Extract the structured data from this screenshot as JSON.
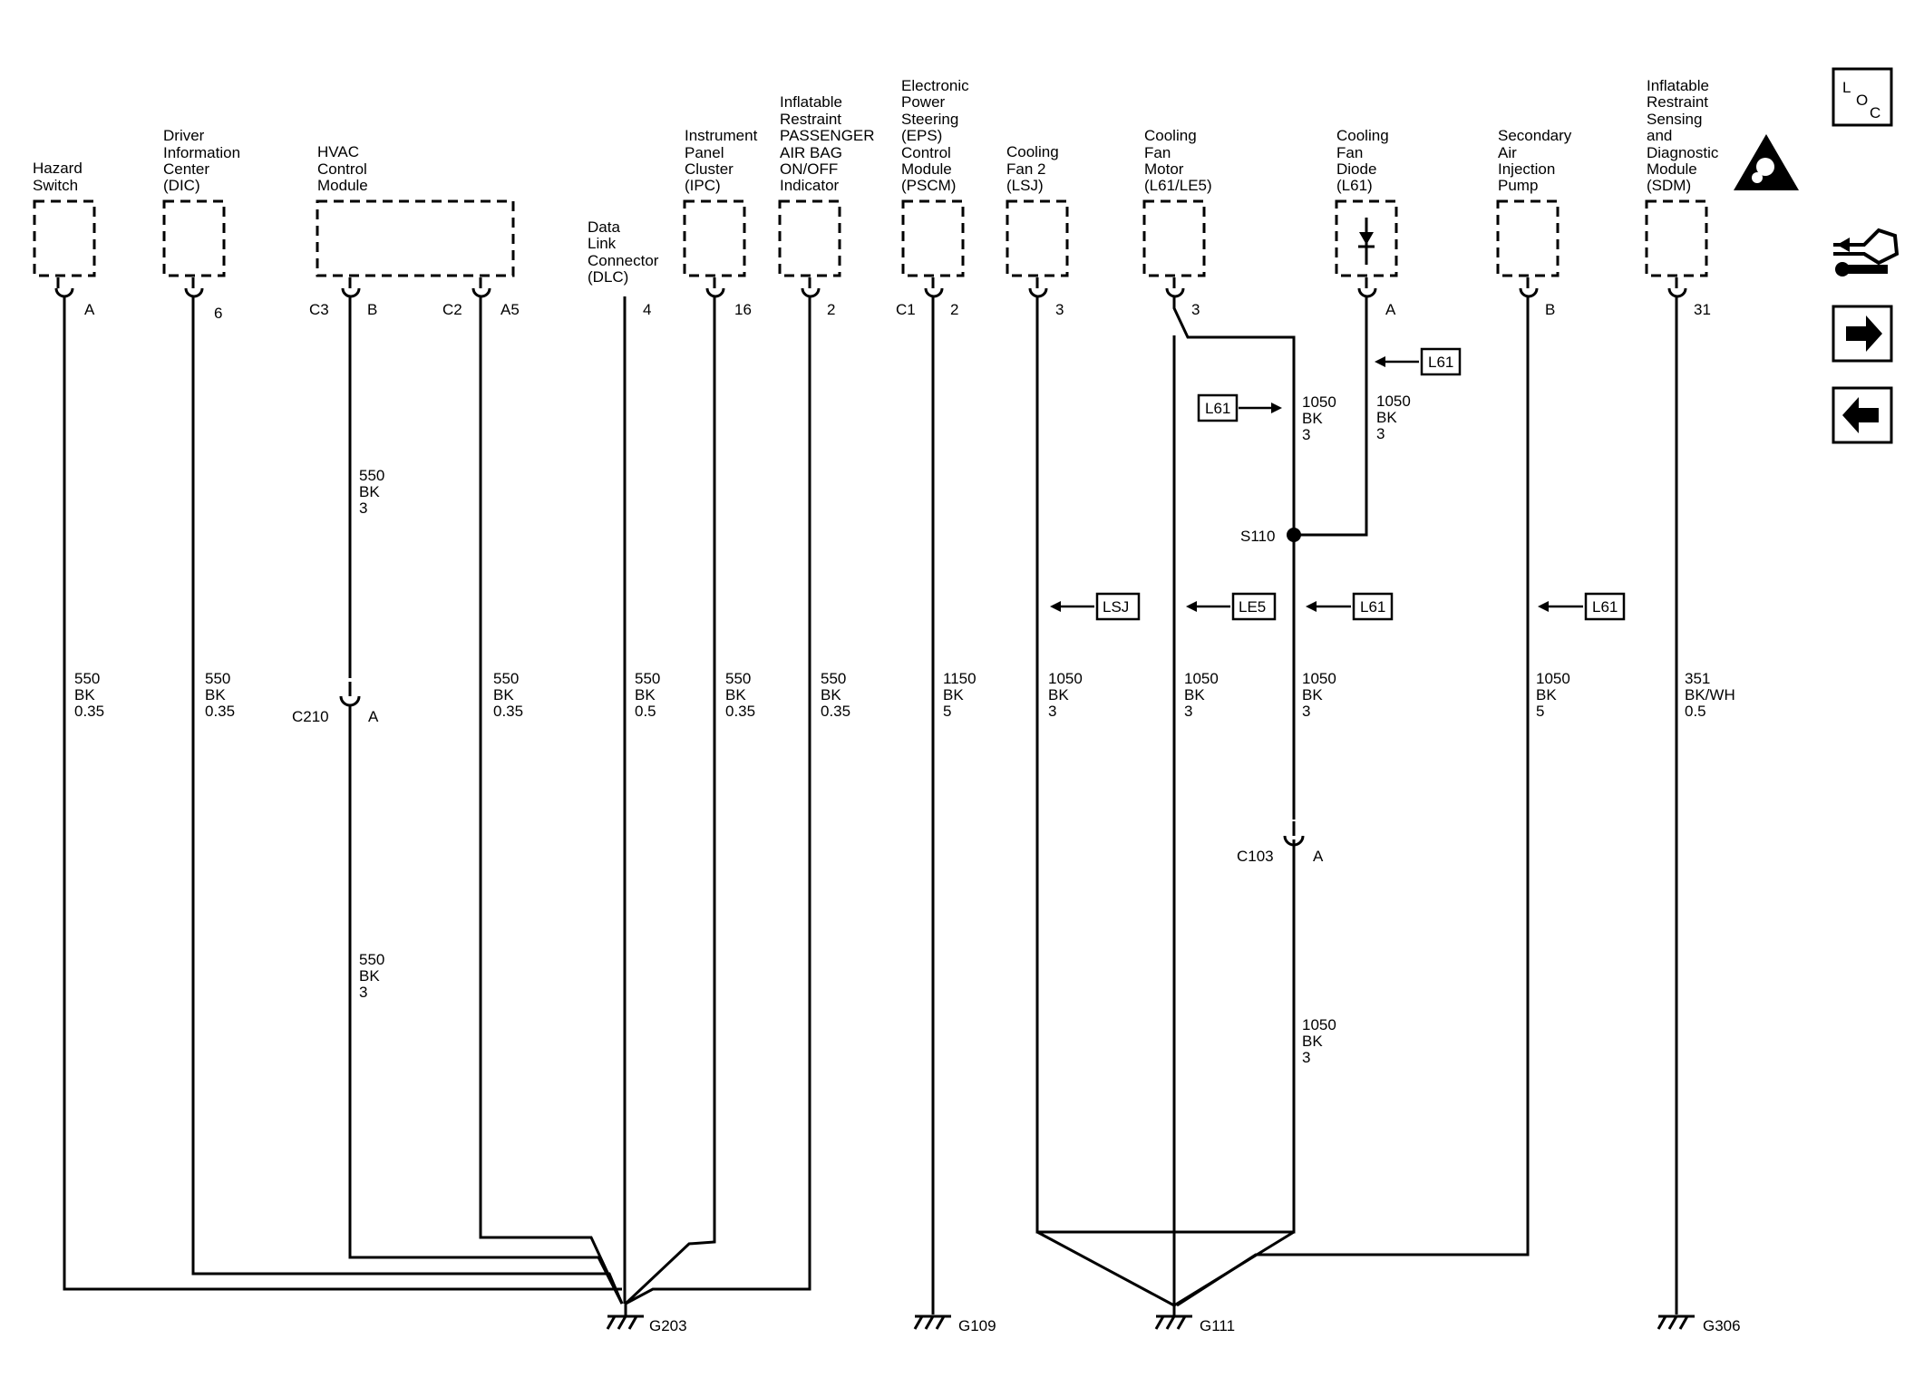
{
  "components": [
    {
      "id": "hazard",
      "label": [
        "Hazard",
        "Switch"
      ],
      "pins": [
        "A"
      ]
    },
    {
      "id": "dic",
      "label": [
        "Driver",
        "Information",
        "Center",
        "(DIC)"
      ],
      "pins": [
        "6"
      ]
    },
    {
      "id": "hvac",
      "label": [
        "HVAC",
        "Control",
        "Module"
      ],
      "pins": [
        "C3",
        "B",
        "C2",
        "A5"
      ]
    },
    {
      "id": "dlc",
      "label": [
        "Data",
        "Link",
        "Connector",
        "(DLC)"
      ],
      "pins": [
        "4"
      ]
    },
    {
      "id": "ipc",
      "label": [
        "Instrument",
        "Panel",
        "Cluster",
        "(IPC)"
      ],
      "pins": [
        "16"
      ]
    },
    {
      "id": "pab",
      "label": [
        "Inflatable",
        "Restraint",
        "PASSENGER",
        "AIR BAG",
        "ON/OFF",
        "Indicator"
      ],
      "pins": [
        "2"
      ]
    },
    {
      "id": "eps",
      "label": [
        "Electronic",
        "Power",
        "Steering",
        "(EPS)",
        "Control",
        "Module",
        "(PSCM)"
      ],
      "pins": [
        "C1",
        "2"
      ]
    },
    {
      "id": "fan2",
      "label": [
        "Cooling",
        "Fan 2",
        "(LSJ)"
      ],
      "pins": [
        "3"
      ]
    },
    {
      "id": "fanmotor",
      "label": [
        "Cooling",
        "Fan",
        "Motor",
        "(L61/LE5)"
      ],
      "pins": [
        "3"
      ]
    },
    {
      "id": "diode",
      "label": [
        "Cooling",
        "Fan",
        "Diode",
        "(L61)"
      ],
      "pins": [
        "A"
      ]
    },
    {
      "id": "air",
      "label": [
        "Secondary",
        "Air",
        "Injection",
        "Pump"
      ],
      "pins": [
        "B"
      ]
    },
    {
      "id": "sdm",
      "label": [
        "Inflatable",
        "Restraint",
        "Sensing",
        "and",
        "Diagnostic",
        "Module",
        "(SDM)"
      ],
      "pins": [
        "31"
      ]
    }
  ],
  "wires": [
    [
      "550",
      "BK",
      "0.35"
    ],
    [
      "550",
      "BK",
      "0.35"
    ],
    [
      "550",
      "BK",
      "3"
    ],
    [
      "550",
      "BK",
      "3"
    ],
    [
      "550",
      "BK",
      "0.35"
    ],
    [
      "550",
      "BK",
      "0.5"
    ],
    [
      "550",
      "BK",
      "0.35"
    ],
    [
      "550",
      "BK",
      "0.35"
    ],
    [
      "1150",
      "BK",
      "5"
    ],
    [
      "1050",
      "BK",
      "3"
    ],
    [
      "1050",
      "BK",
      "3"
    ],
    [
      "1050",
      "BK",
      "3"
    ],
    [
      "1050",
      "BK",
      "3"
    ],
    [
      "1050",
      "BK",
      "3"
    ],
    [
      "1050",
      "BK",
      "3"
    ],
    [
      "1050",
      "BK",
      "5"
    ],
    [
      "351",
      "BK/WH",
      "0.5"
    ]
  ],
  "connectors": [
    {
      "name": "C210",
      "pin": "A"
    },
    {
      "name": "C103",
      "pin": "A"
    }
  ],
  "splices": [
    "S110"
  ],
  "grounds": [
    "G203",
    "G109",
    "G111",
    "G306"
  ],
  "option_tags": [
    "L61",
    "L61",
    "LSJ",
    "LE5",
    "L61",
    "L61"
  ],
  "loc_button": {
    "letters": [
      "L",
      "O",
      "C"
    ]
  },
  "nav_icons": [
    "wrench-network-icon",
    "arrow-right-icon",
    "arrow-left-icon"
  ],
  "hazard_icon": "airbag-warning-icon"
}
